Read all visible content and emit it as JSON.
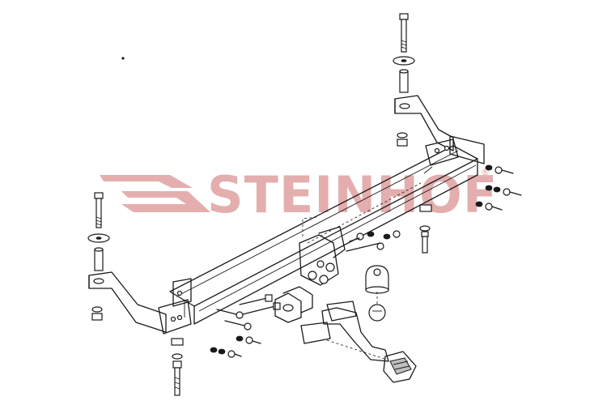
{
  "watermark": {
    "text": "STEINHOF",
    "registered_mark": "®",
    "color": "#e0a0a0"
  },
  "diagram": {
    "kind": "exploded-assembly-drawing",
    "subject": "tow bar",
    "parts": [
      "cross-beam",
      "left-mounting-bracket",
      "right-mounting-bracket",
      "tow-ball-neck",
      "ball-cover-cap",
      "socket-plate",
      "electrical-socket",
      "bolts",
      "washers",
      "nuts"
    ]
  }
}
